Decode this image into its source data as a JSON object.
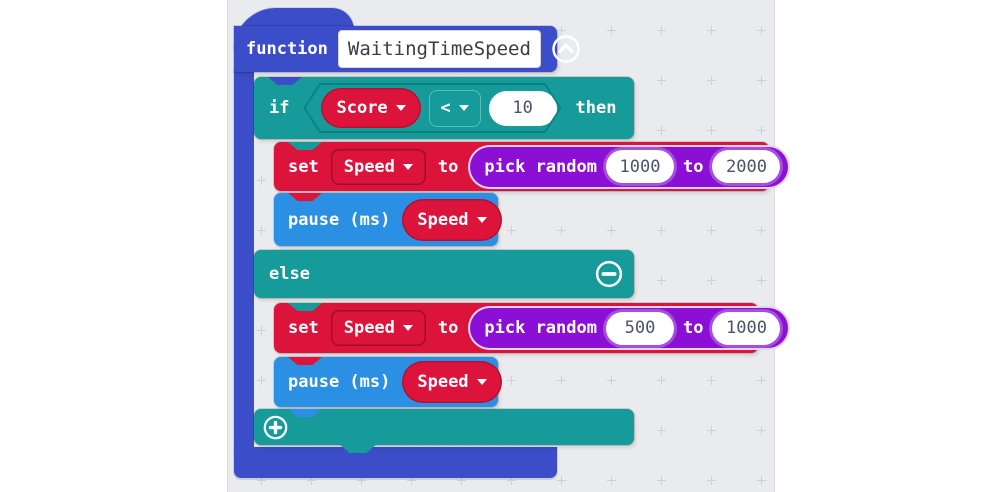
{
  "function_block": {
    "keyword": "function",
    "name_value": "WaitingTimeSpeed"
  },
  "if_block": {
    "if_label": "if",
    "then_label": "then",
    "else_label": "else",
    "condition": {
      "variable": "Score",
      "operator": "<",
      "value": "10"
    }
  },
  "then_branch": {
    "set_block": {
      "set_label": "set",
      "variable": "Speed",
      "to_label": "to",
      "pick_random": {
        "label": "pick random",
        "from": "1000",
        "to_label": "to",
        "to": "2000"
      }
    },
    "pause_block": {
      "label": "pause (ms)",
      "variable": "Speed"
    }
  },
  "else_branch": {
    "set_block": {
      "set_label": "set",
      "variable": "Speed",
      "to_label": "to",
      "pick_random": {
        "label": "pick random",
        "from": "500",
        "to_label": "to",
        "to": "1000"
      }
    },
    "pause_block": {
      "label": "pause (ms)",
      "variable": "Speed"
    }
  },
  "colors": {
    "function_blue": "#3b4dc8",
    "logic_teal": "#169a9a",
    "variables_red": "#dc143c",
    "basic_blue": "#2b8fe3",
    "math_purple": "#8c0fd5",
    "workspace_bg": "#e9ebee"
  }
}
